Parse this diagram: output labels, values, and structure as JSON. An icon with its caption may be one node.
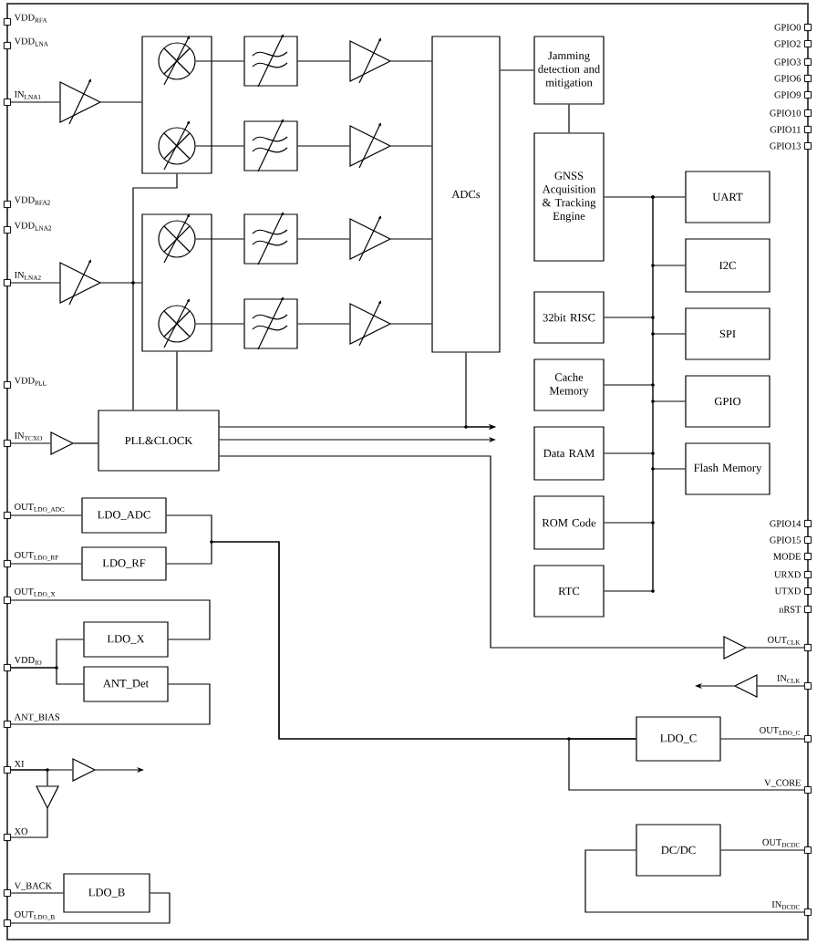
{
  "diagram": {
    "nodes": [
      {
        "text": [
          "IN$_{LNA1}$"
        ]
      },
      {
        "text": [
          "IN$_{LNA2}$"
        ]
      },
      {
        "text": [
          "IN$_{TCXO}$"
        ]
      },
      {
        "text": [],
        "shape": "triangle"
      },
      {
        "text": [],
        "shape": "triangle"
      },
      {
        "text": [],
        "shape": "box"
      },
      {
        "text": [],
        "shape": "circle",
        "in": 5
      },
      {
        "text": [],
        "shape": "circle",
        "in": 5
      },
      {
        "text": [],
        "shape": "box"
      },
      {
        "text": [],
        "shape": "circle",
        "in": 8
      },
      {
        "text": [],
        "shape": "circle",
        "in": 8
      },
      {
        "text": [],
        "shape": "box"
      },
      {
        "text": [],
        "shape": "box"
      },
      {
        "text": [],
        "shape": "box"
      },
      {
        "text": [],
        "shape": "box"
      },
      {
        "text": [],
        "shape": "triangle"
      },
      {
        "text": [],
        "shape": "triangle"
      },
      {
        "text": [],
        "shape": "triangle"
      },
      {
        "text": [],
        "shape": "triangle"
      },
      {
        "text": [
          "ADCs"
        ]
      },
      {
        "text": [
          "Jamming detection and mitigation"
        ]
      },
      {
        "text": [
          "GNSS Acquisition & Tracking Engine"
        ]
      },
      {
        "text": [
          "32bit RISC"
        ]
      },
      {
        "text": [
          "Cache Memory"
        ]
      },
      {
        "text": [
          "Data RAM"
        ]
      },
      {
        "text": [
          "ROM Code"
        ]
      },
      {
        "text": [
          "RTC"
        ]
      },
      {
        "text": [
          "UART"
        ]
      },
      {
        "text": [
          "I2C"
        ]
      },
      {
        "text": [
          "SPI"
        ]
      },
      {
        "text": [
          "GPIO"
        ]
      },
      {
        "text": [
          "Flash Memory"
        ]
      },
      {
        "text": [],
        "shape": "bar"
      },
      {
        "text": [],
        "shape": "triangle"
      },
      {
        "text": [
          "PLL&CLOCK"
        ]
      },
      {
        "text": [],
        "shape": "triangle"
      },
      {
        "text": [
          "OUT$_{CLK}$"
        ]
      },
      {
        "text": [
          "IN$_{CLK}$"
        ]
      },
      {
        "text": [],
        "shape": "triangle"
      },
      {
        "text": [
          "OUT$_{LDO_ADC}$"
        ]
      },
      {
        "text": [
          "LDO_ADC"
        ]
      },
      {
        "text": [
          "OUT$_{LDO_RF}$"
        ]
      },
      {
        "text": [
          "LDO_RF"
        ]
      },
      {
        "text": [
          "OUT$_{LDO_X}$"
        ]
      },
      {
        "text": [
          "LDO_X"
        ]
      },
      {
        "text": [
          "VDD$_{IO}$"
        ]
      },
      {
        "text": [
          "ANT_Det"
        ]
      },
      {
        "text": [
          "ANT_BIAS"
        ]
      },
      {
        "text": [
          "XI"
        ]
      },
      {
        "text": [],
        "shape": "triangle"
      },
      {
        "text": [],
        "shape": "triangle"
      },
      {
        "text": [
          "XO"
        ]
      },
      {
        "text": [
          "V_BACK"
        ]
      },
      {
        "text": [
          "LDO_B"
        ]
      },
      {
        "text": [
          "OUT$_{LDO_B}$"
        ]
      },
      {
        "text": [
          "LDO_C"
        ]
      },
      {
        "text": [
          "OUT$_{LDO_C}$"
        ]
      },
      {
        "text": [
          "V_CORE"
        ]
      },
      {
        "text": [
          "DC/DC"
        ]
      },
      {
        "text": [
          "OUT$_{DCDC}$"
        ]
      },
      {
        "text": [
          "IN$_{DCDC}$"
        ]
      }
    ],
    "edges": [
      {
        "from": 0,
        "to": 3,
        "arrow": "none"
      },
      {
        "from": 3,
        "to": 5,
        "arrow": "none"
      },
      {
        "from": 1,
        "to": 4,
        "arrow": "none"
      },
      {
        "from": 4,
        "to": 8,
        "arrow": "none"
      },
      {
        "from": 6,
        "to": 11,
        "arrow": "none"
      },
      {
        "from": 7,
        "to": 12,
        "arrow": "none"
      },
      {
        "from": 9,
        "to": 13,
        "arrow": "none"
      },
      {
        "from": 10,
        "to": 14,
        "arrow": "none"
      },
      {
        "from": 11,
        "to": 15,
        "arrow": "none"
      },
      {
        "from": 12,
        "to": 16,
        "arrow": "none"
      },
      {
        "from": 13,
        "to": 17,
        "arrow": "none"
      },
      {
        "from": 14,
        "to": 18,
        "arrow": "none"
      },
      {
        "from": 15,
        "to": 19,
        "arrow": "none"
      },
      {
        "from": 16,
        "to": 19,
        "arrow": "none"
      },
      {
        "from": 17,
        "to": 19,
        "arrow": "none"
      },
      {
        "from": 18,
        "to": 19,
        "arrow": "none"
      },
      {
        "from": 19,
        "to": 20,
        "arrow": "none"
      },
      {
        "from": 20,
        "to": 21,
        "arrow": "none"
      },
      {
        "from": 21,
        "to": 32,
        "arrow": "none"
      },
      {
        "from": 22,
        "to": 32,
        "arrow": "none"
      },
      {
        "from": 23,
        "to": 32,
        "arrow": "none"
      },
      {
        "from": 24,
        "to": 32,
        "arrow": "none"
      },
      {
        "from": 25,
        "to": 32,
        "arrow": "none"
      },
      {
        "from": 26,
        "to": 32,
        "arrow": "none"
      },
      {
        "from": 32,
        "to": 27,
        "arrow": "none"
      },
      {
        "from": 32,
        "to": 28,
        "arrow": "none"
      },
      {
        "from": 32,
        "to": 29,
        "arrow": "none"
      },
      {
        "from": 32,
        "to": 30,
        "arrow": "none"
      },
      {
        "from": 32,
        "to": 31,
        "arrow": "none"
      },
      {
        "from": 2,
        "to": 33,
        "arrow": "none"
      },
      {
        "from": 33,
        "to": 34,
        "arrow": "none"
      },
      {
        "from": 34,
        "to": 5,
        "arrow": "none"
      },
      {
        "from": 34,
        "to": 8,
        "arrow": "none"
      },
      {
        "from": 34,
        "to": null,
        "arrow": "to"
      },
      {
        "from": 34,
        "to": null,
        "arrow": "to"
      },
      {
        "from": 19,
        "to": null,
        "arrow": "to"
      },
      {
        "from": 34,
        "to": 35,
        "arrow": "none"
      },
      {
        "from": 35,
        "to": 36,
        "arrow": "none"
      },
      {
        "from": 37,
        "to": 38,
        "arrow": "none"
      },
      {
        "from": 38,
        "to": null,
        "arrow": "to"
      },
      {
        "from": 39,
        "to": 40,
        "arrow": "none"
      },
      {
        "from": 41,
        "to": 42,
        "arrow": "none"
      },
      {
        "from": 55,
        "to": 40,
        "arrow": "none"
      },
      {
        "from": 55,
        "to": 42,
        "arrow": "none"
      },
      {
        "from": 43,
        "to": 44,
        "arrow": "none"
      },
      {
        "from": 45,
        "to": 44,
        "arrow": "none"
      },
      {
        "from": 45,
        "to": 46,
        "arrow": "none"
      },
      {
        "from": 47,
        "to": 46,
        "arrow": "none"
      },
      {
        "from": 48,
        "to": 49,
        "arrow": "none"
      },
      {
        "from": 49,
        "to": null,
        "arrow": "to"
      },
      {
        "from": 48,
        "to": 50,
        "arrow": "none"
      },
      {
        "from": 50,
        "to": 51,
        "arrow": "none"
      },
      {
        "from": 52,
        "to": 53,
        "arrow": "none"
      },
      {
        "from": 53,
        "to": 54,
        "arrow": "none"
      },
      {
        "from": 55,
        "to": 56,
        "arrow": "none"
      },
      {
        "from": 57,
        "to": 55,
        "arrow": "none"
      },
      {
        "from": 58,
        "to": 59,
        "arrow": "none"
      },
      {
        "from": 60,
        "to": 58,
        "arrow": "none"
      }
    ],
    "labels": [
      "VDD$_{RFA}$",
      "VDD$_{LNA}$",
      "VDD$_{RFA2}$",
      "VDD$_{LNA2}$",
      "VDD$_{PLL}$",
      "GPIO0",
      "GPIO2",
      "GPIO3",
      "GPIO6",
      "GPIO9",
      "GPIO10",
      "GPIO11",
      "GPIO13",
      "GPIO14",
      "GPIO15",
      "MODE",
      "URXD",
      "UTXD",
      "nRST"
    ]
  }
}
